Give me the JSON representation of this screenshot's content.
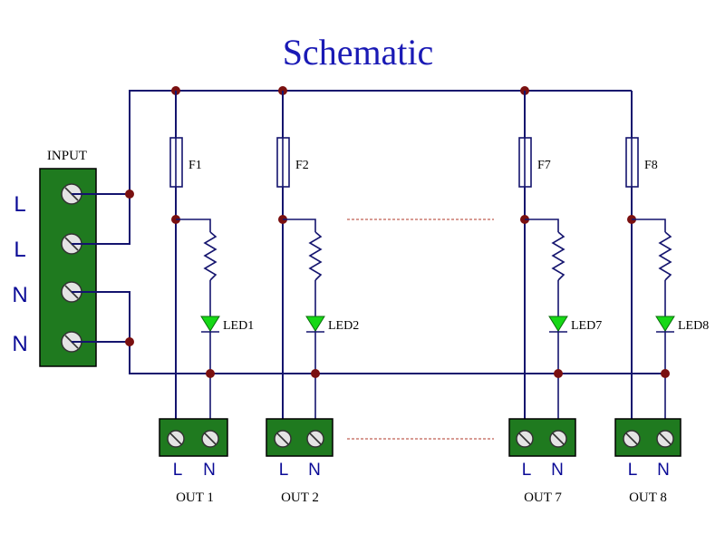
{
  "title": "Schematic",
  "input": {
    "label": "INPUT",
    "terminals": [
      "L",
      "L",
      "N",
      "N"
    ]
  },
  "channels": [
    {
      "fuse": "F1",
      "led": "LED1",
      "output": "OUT 1",
      "l_label": "L",
      "n_label": "N"
    },
    {
      "fuse": "F2",
      "led": "LED2",
      "output": "OUT 2",
      "l_label": "L",
      "n_label": "N"
    },
    {
      "fuse": "F7",
      "led": "LED7",
      "output": "OUT 7",
      "l_label": "L",
      "n_label": "N"
    },
    {
      "fuse": "F8",
      "led": "LED8",
      "output": "OUT 8",
      "l_label": "L",
      "n_label": "N"
    }
  ],
  "colors": {
    "wire": "#14146e",
    "node": "#7a1010",
    "terminal_block": "#1f7a1f",
    "led": "#16d816",
    "title": "#1a1ab5",
    "continuation_dash": "#b23a2a"
  }
}
